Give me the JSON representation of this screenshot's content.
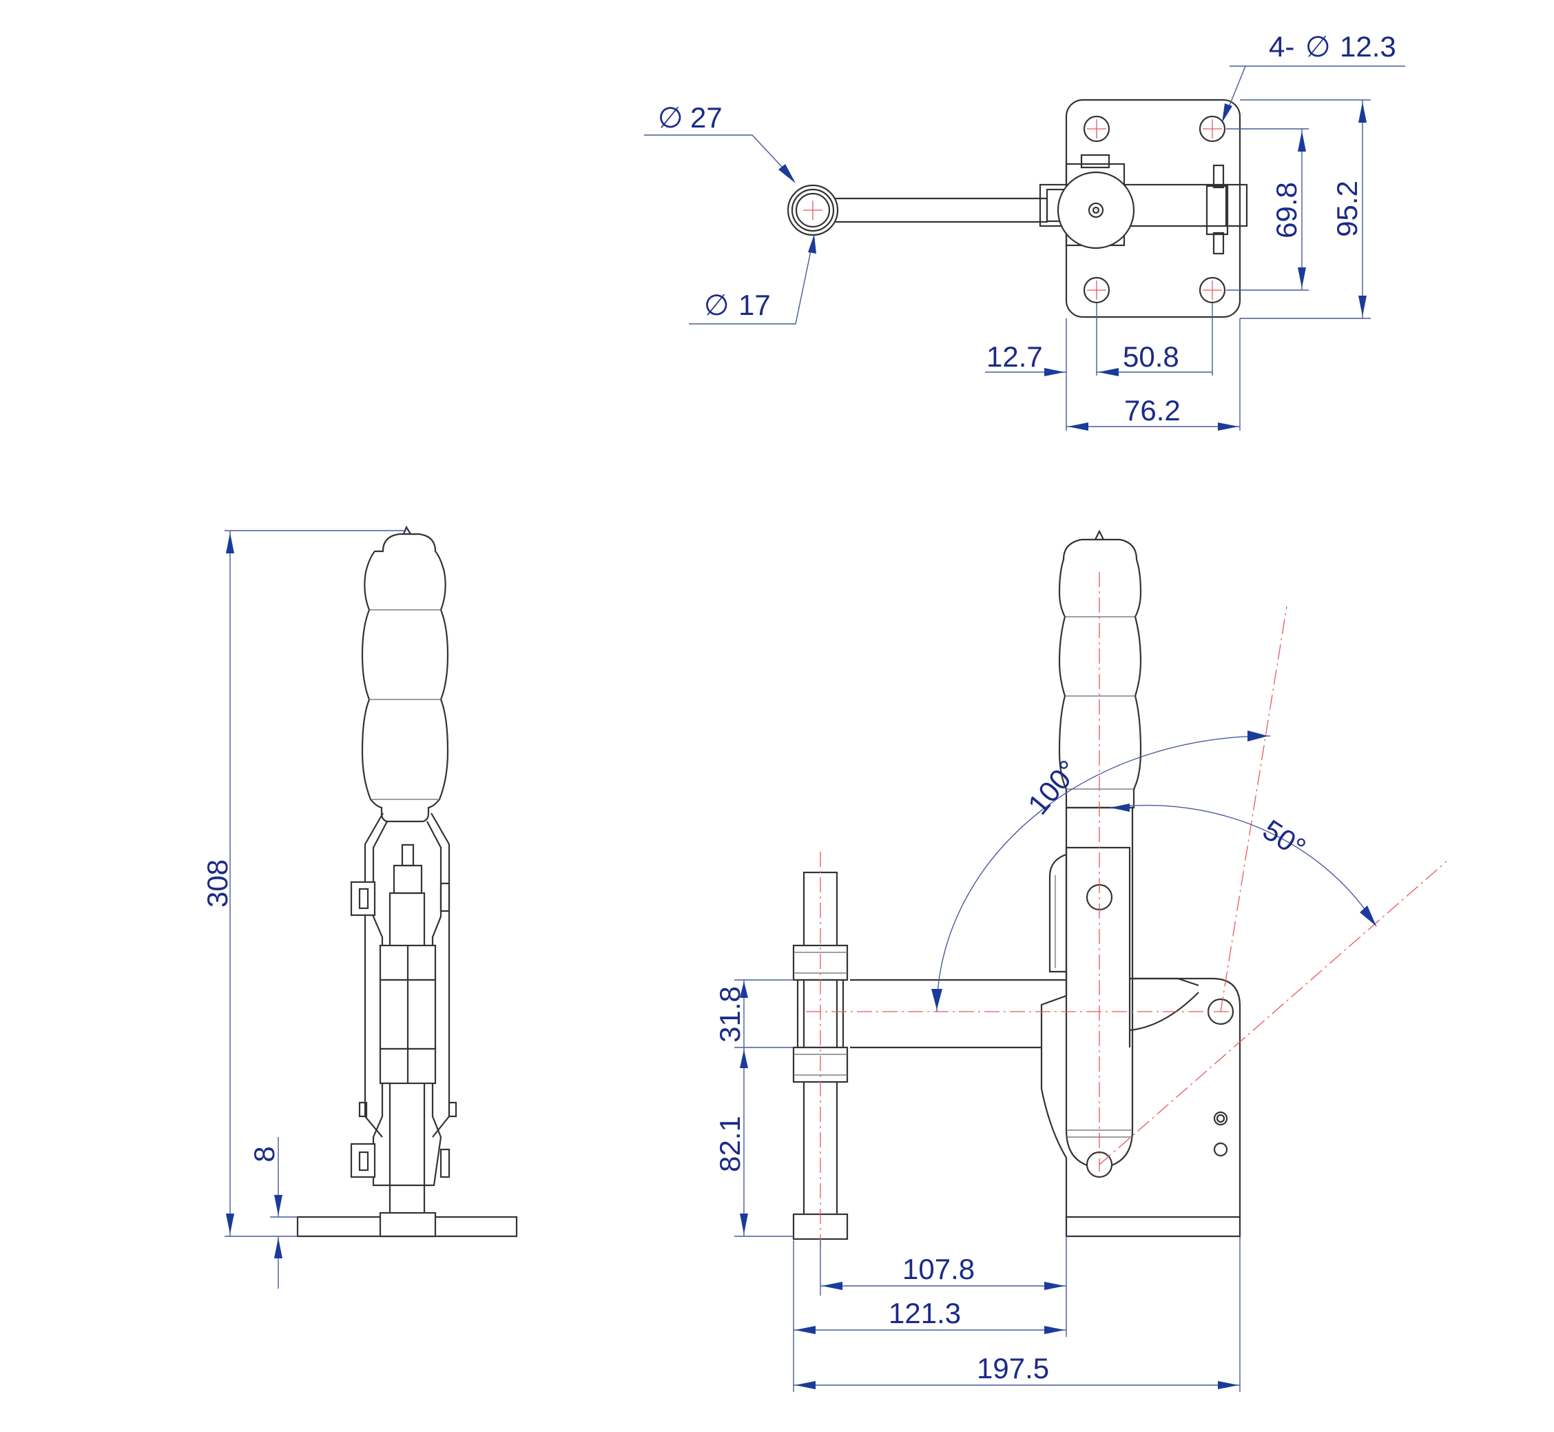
{
  "colors": {
    "outline": "#333333",
    "dimension": "#1a2a86",
    "dimension_line": "#4a5a9a",
    "center_line": "#e8585a",
    "background": "#ffffff"
  },
  "dimensions": {
    "hole_count_prefix": "4-",
    "hole_diameter": "12.3",
    "spindle_outer_diameter": "27",
    "spindle_inner_diameter": "17",
    "diameter_symbol": "∅",
    "base_hole_spacing_vertical": "69.8",
    "base_height": "95.2",
    "hole_edge_offset": "12.7",
    "base_hole_spacing_horizontal": "50.8",
    "base_width": "76.2",
    "overall_height": "308",
    "base_thickness": "8",
    "arm_height": "31.8",
    "spindle_height": "82.1",
    "reach_center": "107.8",
    "reach_outer": "121.3",
    "overall_length": "197.5",
    "opening_angle": "100°",
    "handle_angle": "50°"
  }
}
